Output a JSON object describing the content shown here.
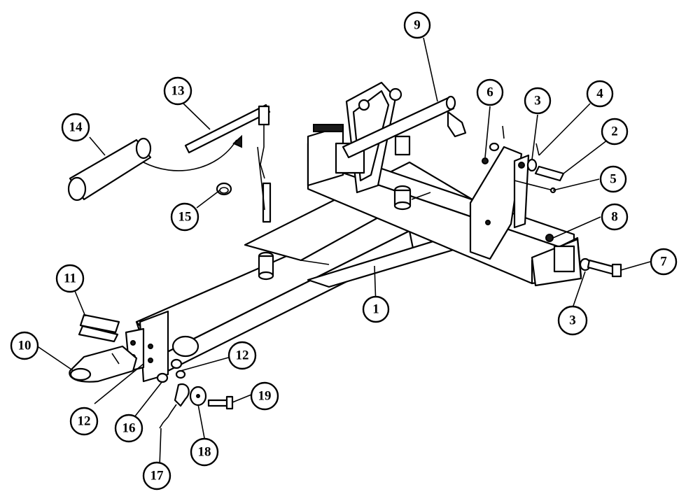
{
  "callouts": [
    {
      "id": "c1",
      "label": "1"
    },
    {
      "id": "c2",
      "label": "2"
    },
    {
      "id": "c3a",
      "label": "3"
    },
    {
      "id": "c3b",
      "label": "3"
    },
    {
      "id": "c4",
      "label": "4"
    },
    {
      "id": "c5",
      "label": "5"
    },
    {
      "id": "c6",
      "label": "6"
    },
    {
      "id": "c7",
      "label": "7"
    },
    {
      "id": "c8",
      "label": "8"
    },
    {
      "id": "c9",
      "label": "9"
    },
    {
      "id": "c10",
      "label": "10"
    },
    {
      "id": "c11",
      "label": "11"
    },
    {
      "id": "c12a",
      "label": "12"
    },
    {
      "id": "c12b",
      "label": "12"
    },
    {
      "id": "c13",
      "label": "13"
    },
    {
      "id": "c14",
      "label": "14"
    },
    {
      "id": "c15",
      "label": "15"
    },
    {
      "id": "c16",
      "label": "16"
    },
    {
      "id": "c17",
      "label": "17"
    },
    {
      "id": "c18",
      "label": "18"
    },
    {
      "id": "c19",
      "label": "19"
    }
  ]
}
